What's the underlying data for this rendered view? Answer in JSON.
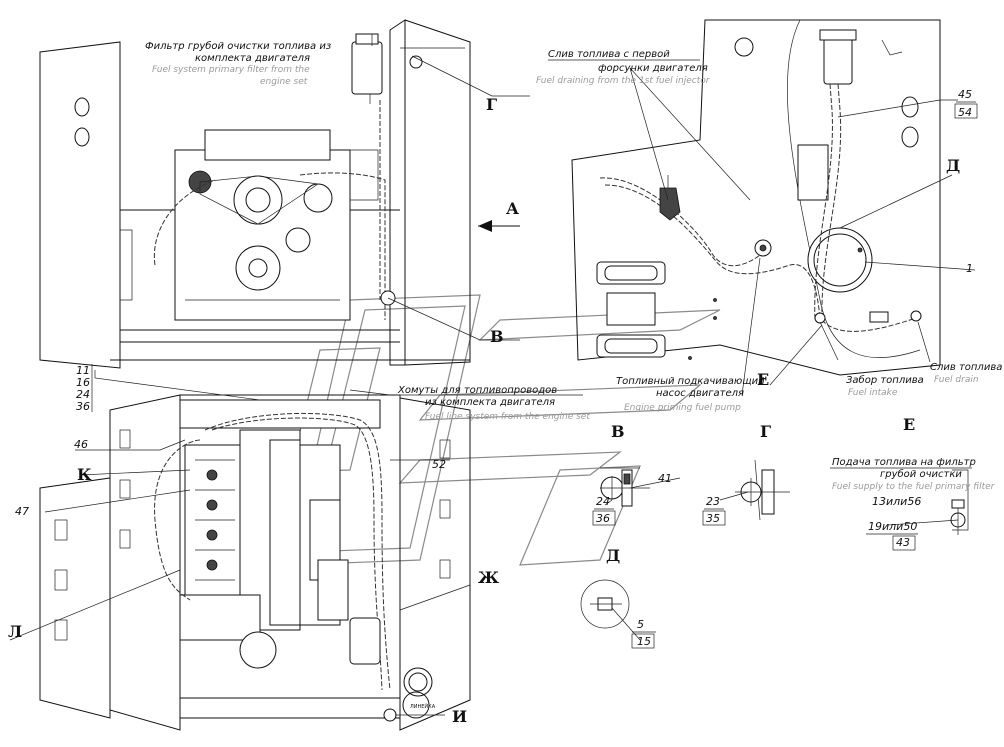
{
  "labels": {
    "filter_ru": "Фильтр грубой очистки топлива из",
    "filter_ru2": "комплекта двигателя",
    "filter_en": "Fuel system primary filter from the",
    "filter_en2": "engine set",
    "drain_inj_ru": "Слив топлива с первой",
    "drain_inj_ru2": "форсунки двигателя",
    "drain_inj_en": "Fuel draining from the 1st fuel injector",
    "clamps_ru": "Хомуты для топливопроводов",
    "clamps_ru2": "из комплекта двигателя",
    "clamps_en": "Fuel line system from the engine set",
    "pump_ru": "Топливный подкачивающий",
    "pump_ru2": "насос двигателя",
    "pump_en": "Engine priming fuel pump",
    "intake_ru": "Забор топлива",
    "intake_en": "Fuel intake",
    "drain_ru": "Слив топлива",
    "drain_en": "Fuel drain",
    "supply_ru": "Подача топлива на фильтр",
    "supply_ru2": "грубой очистки",
    "supply_en": "Fuel supply to the fuel primary filter"
  },
  "letters": {
    "G": "Г",
    "A": "А",
    "V": "В",
    "D": "Д",
    "E": "Е",
    "K": "К",
    "L": "Л",
    "Zh": "Ж",
    "I": "И",
    "view_V": "В",
    "view_G": "Г",
    "view_E": "Е",
    "view_D": "Д"
  },
  "callouts": {
    "c45": "45",
    "c54": "54",
    "c1": "1",
    "c11": "11",
    "c16": "16",
    "c24": "24",
    "c36": "36",
    "c46": "46",
    "c47": "47",
    "c52": "52",
    "c41": "41",
    "v24": "24",
    "v36": "36",
    "g23": "23",
    "g35": "35",
    "e13": "13или56",
    "e19": "19или50",
    "e43": "43",
    "d5": "5",
    "d15": "15"
  },
  "stamp": "ЛИНЕЙКА"
}
